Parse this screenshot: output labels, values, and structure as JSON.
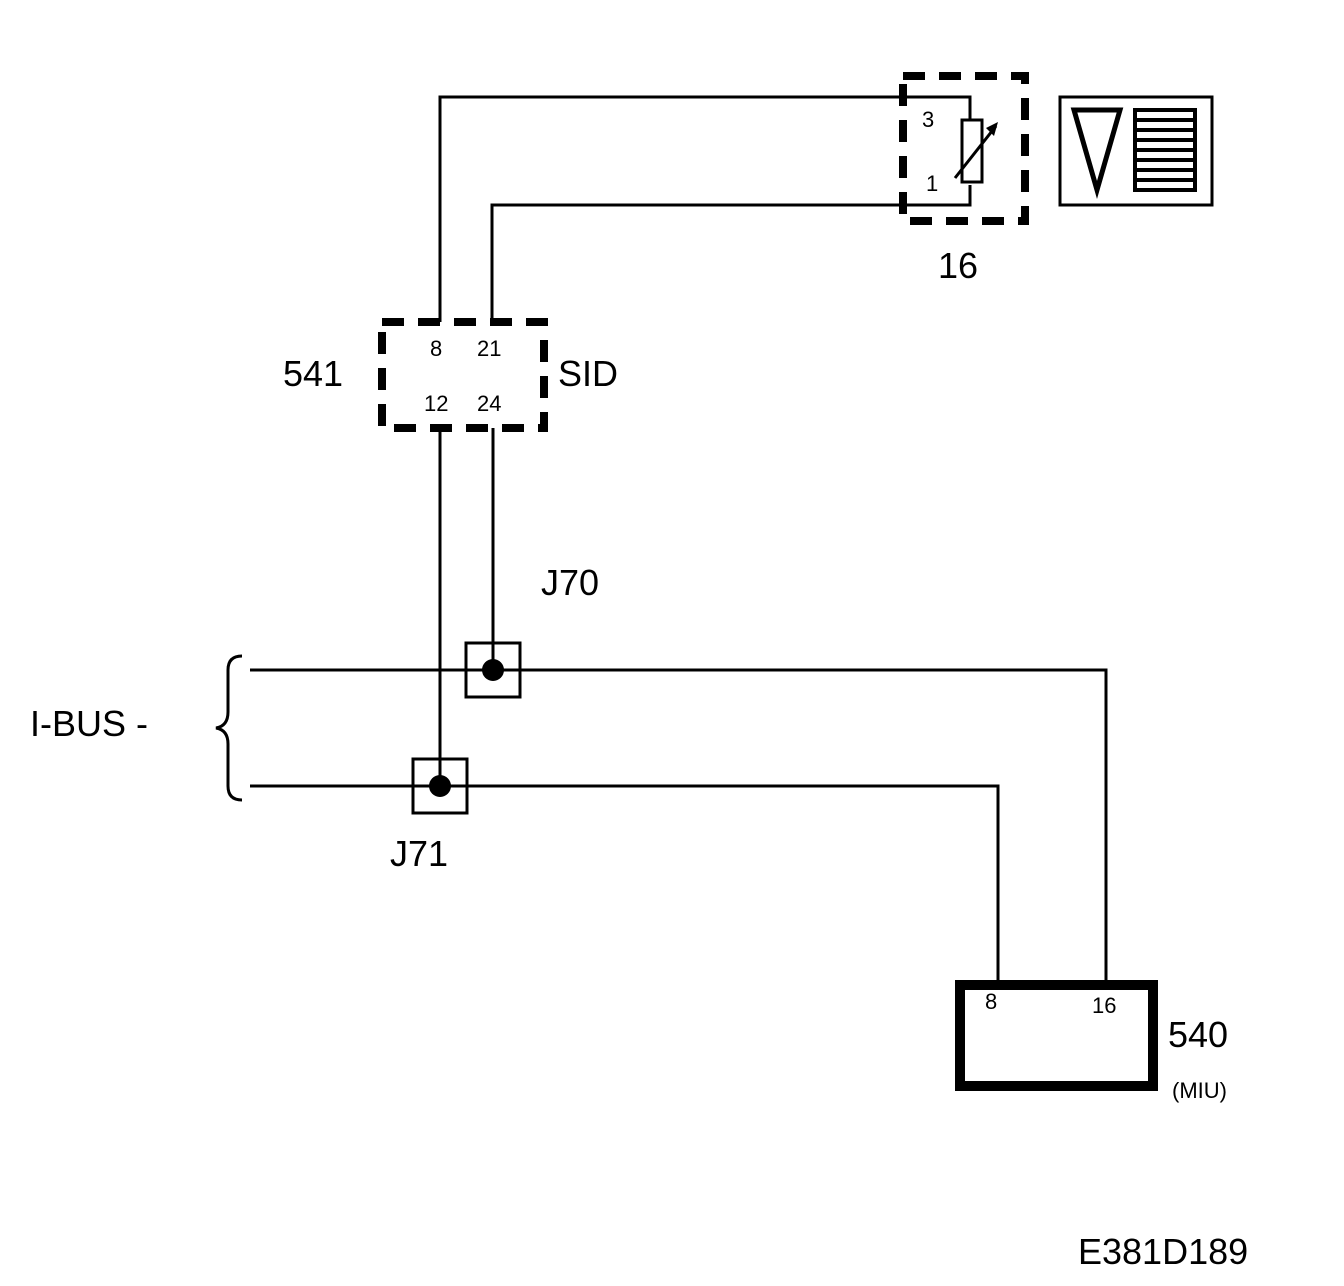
{
  "components": {
    "sensor": {
      "label": "16",
      "pin_top": "3",
      "pin_bottom": "1"
    },
    "sid": {
      "number": "541",
      "name": "SID",
      "pins_top": [
        "8",
        "21"
      ],
      "pins_bottom": [
        "12",
        "24"
      ]
    },
    "miu": {
      "number": "540",
      "name": "(MIU)",
      "pins": [
        "8",
        "16"
      ]
    }
  },
  "junctions": {
    "j70": "J70",
    "j71": "J71"
  },
  "bus_label": "I-BUS -",
  "figure_code": "E381D189",
  "colors": {
    "line": "#000000",
    "background": "#ffffff"
  }
}
